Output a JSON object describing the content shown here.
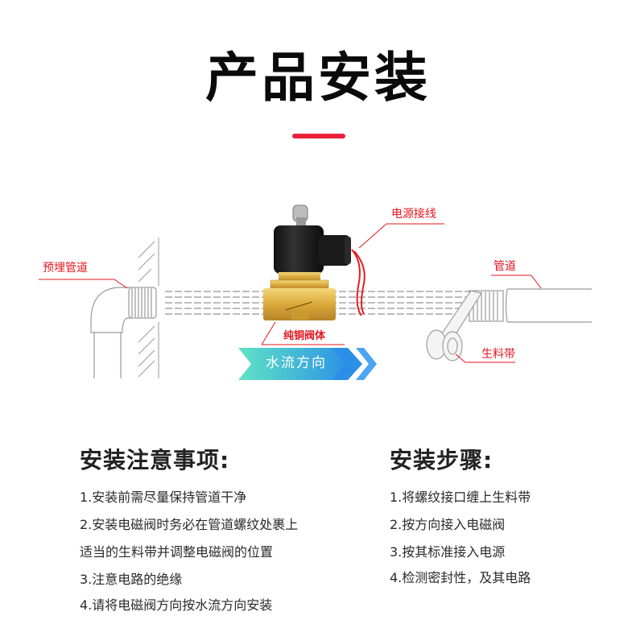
{
  "header": {
    "title": "产品安装",
    "accent_color": "#e8203a"
  },
  "diagram": {
    "labels": {
      "embedded_pipe": "预埋管道",
      "power_wiring": "电源接线",
      "pipe": "管道",
      "copper_body": "纯铜阀体",
      "sealing_tape": "生料带",
      "flow_direction": "水流方向"
    },
    "label_color": "#e4151f",
    "flow_gradient": [
      "#5ee6c8",
      "#2a8fe8"
    ]
  },
  "notes": {
    "heading": "安装注意事项:",
    "items": [
      "1.安装前需尽量保持管道干净",
      "2.安装电磁阀时务必在管道螺纹处裹上",
      "适当的生料带并调整电磁阀的位置",
      "3.注意电路的绝缘",
      "4.请将电磁阀方向按水流方向安装"
    ]
  },
  "steps": {
    "heading": "安装步骤:",
    "items": [
      "1.将螺纹接口缠上生料带",
      "2.按方向接入电磁阀",
      "3.按其标准接入电源",
      "4.检测密封性，及其电路"
    ]
  }
}
